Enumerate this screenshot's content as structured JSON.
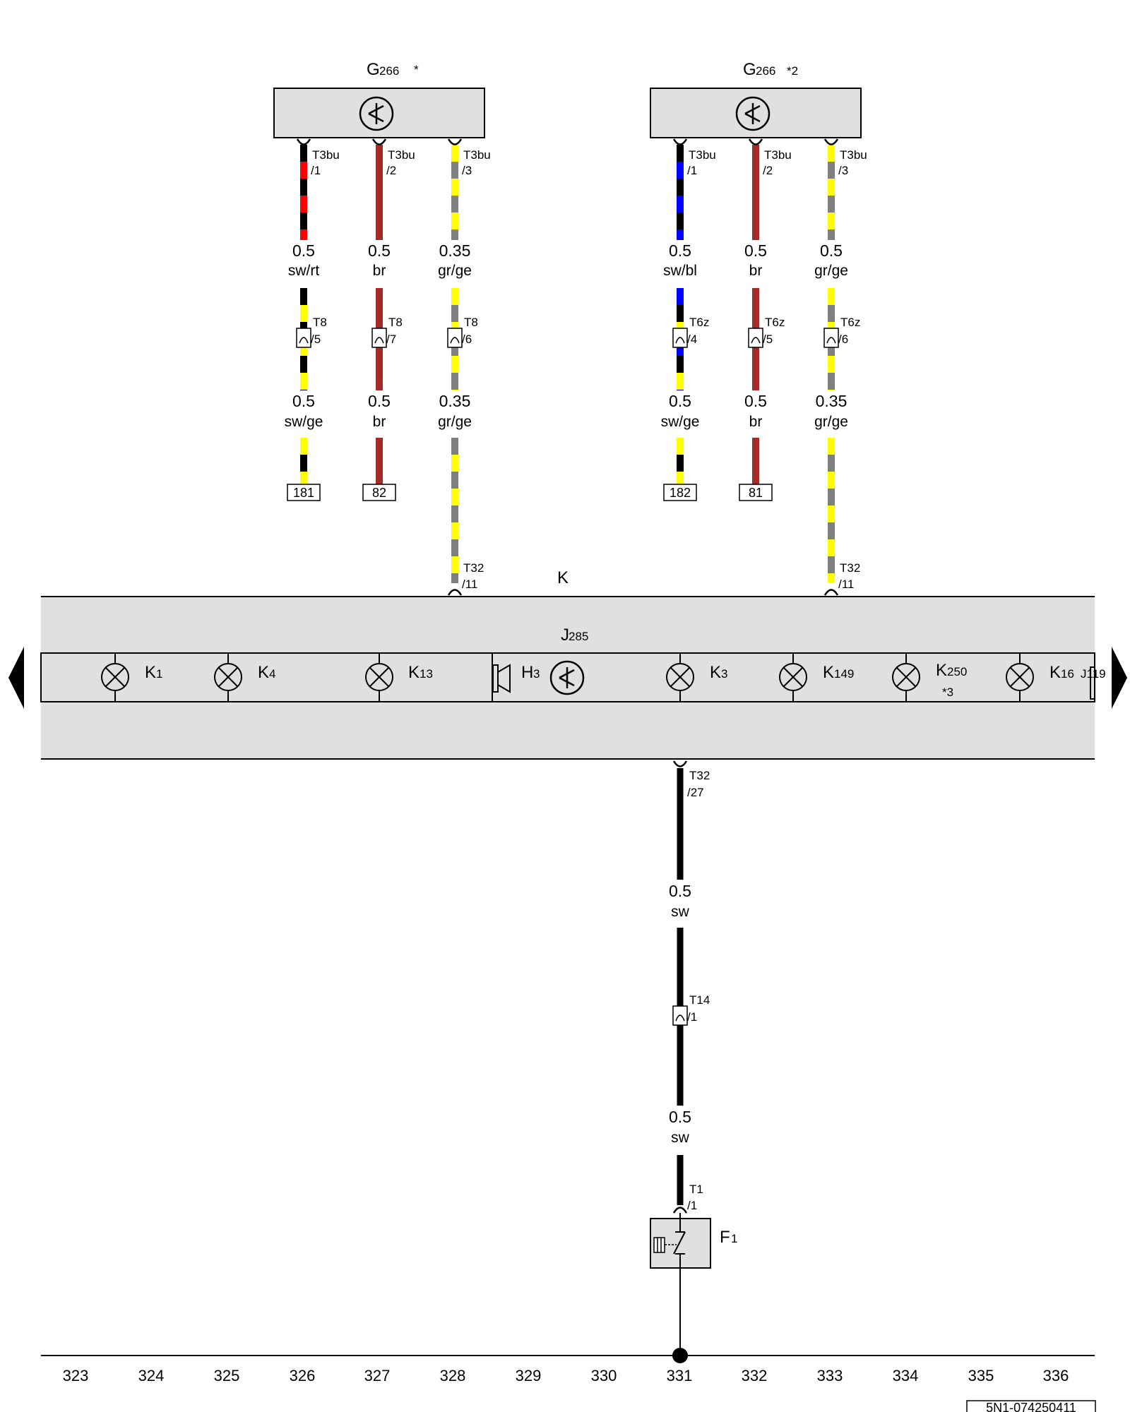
{
  "colors": {
    "sw": "#000000",
    "rt": "#ff0000",
    "br": "#a52a2a",
    "gr": "#808080",
    "ge": "#ffff00",
    "bl": "#0000ff",
    "panel": "#e0e0e0"
  },
  "sensors": [
    {
      "name": "G",
      "sub": "266",
      "mark": "*",
      "wires": [
        {
          "pin": "T3bu",
          "pinnum": "/1",
          "c1": "sw",
          "c2": "rt",
          "g1": "0.5",
          "col1": "sw/rt",
          "conn": "T8",
          "connnum": "/5",
          "c3": "sw",
          "c4": "ge",
          "g2": "0.5",
          "col2": "sw/ge",
          "ref": "181"
        },
        {
          "pin": "T3bu",
          "pinnum": "/2",
          "c1": "br",
          "c2": "br",
          "g1": "0.5",
          "col1": "br",
          "conn": "T8",
          "connnum": "/7",
          "c3": "br",
          "c4": "br",
          "g2": "0.5",
          "col2": "br",
          "ref": "82"
        },
        {
          "pin": "T3bu",
          "pinnum": "/3",
          "c1": "gr",
          "c2": "ge",
          "g1": "0.35",
          "col1": "gr/ge",
          "conn": "T8",
          "connnum": "/6",
          "c3": "gr",
          "c4": "ge",
          "g2": "0.35",
          "col2": "gr/ge",
          "kpin": "T32",
          "kpinnum": "/11"
        }
      ]
    },
    {
      "name": "G",
      "sub": "266",
      "mark": "*2",
      "wires": [
        {
          "pin": "T3bu",
          "pinnum": "/1",
          "c1": "sw",
          "c2": "bl",
          "g1": "0.5",
          "col1": "sw/bl",
          "conn": "T6z",
          "connnum": "/4",
          "c3": "sw",
          "c4": "ge",
          "g2": "0.5",
          "col2": "sw/ge",
          "ref": "182"
        },
        {
          "pin": "T3bu",
          "pinnum": "/2",
          "c1": "br",
          "c2": "br",
          "g1": "0.5",
          "col1": "br",
          "conn": "T6z",
          "connnum": "/5",
          "c3": "br",
          "c4": "br",
          "g2": "0.5",
          "col2": "br",
          "ref": "81"
        },
        {
          "pin": "T3bu",
          "pinnum": "/3",
          "c1": "gr",
          "c2": "ge",
          "g1": "0.5",
          "col1": "gr/ge",
          "conn": "T6z",
          "connnum": "/6",
          "c3": "gr",
          "c4": "ge",
          "g2": "0.35",
          "col2": "gr/ge",
          "kpin": "T32",
          "kpinnum": "/11"
        }
      ]
    }
  ],
  "cluster": {
    "label": "K",
    "sub_name": "J",
    "sub_num": "285",
    "clip_label": "J119"
  },
  "lamps": [
    {
      "name": "K",
      "sub": "1"
    },
    {
      "name": "K",
      "sub": "4"
    },
    {
      "name": "K",
      "sub": "13"
    },
    {
      "name": "K",
      "sub": "3"
    },
    {
      "name": "K",
      "sub": "149"
    },
    {
      "name": "K",
      "sub": "250",
      "mark": "*3"
    },
    {
      "name": "K",
      "sub": "16"
    }
  ],
  "buzzer": {
    "name": "H",
    "sub": "3"
  },
  "ground_path": {
    "pin1": "T32",
    "pin1num": "/27",
    "g1": "0.5",
    "col1": "sw",
    "conn": "T14",
    "connnum": "/1",
    "g2": "0.5",
    "col2": "sw",
    "pin2": "T1",
    "pin2num": "/1",
    "switch_name": "F",
    "switch_sub": "1"
  },
  "columns": [
    "323",
    "324",
    "325",
    "326",
    "327",
    "328",
    "329",
    "330",
    "331",
    "332",
    "333",
    "334",
    "335",
    "336"
  ],
  "footer_code": "5N1-074250411"
}
